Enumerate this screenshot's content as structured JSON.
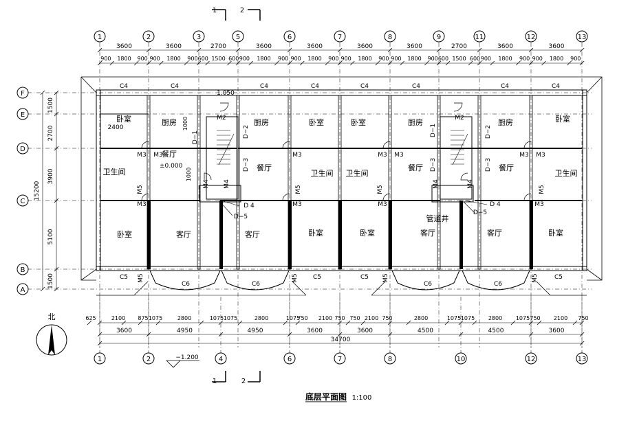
{
  "title": "底层平面图",
  "scale": "1:100",
  "north_label": "北",
  "level_ground": "−1.200",
  "level_floor": "±0.000",
  "stair_level": "1.050",
  "section_1": "1",
  "section_2": "2",
  "grid_top": [
    "1",
    "2",
    "3",
    "5",
    "6",
    "7",
    "8",
    "9",
    "11",
    "12",
    "13"
  ],
  "grid_bottom": [
    "1",
    "2",
    "4",
    "6",
    "7",
    "8",
    "10",
    "12",
    "13"
  ],
  "grid_rows": [
    "F",
    "E",
    "D",
    "C",
    "B",
    "A"
  ],
  "dim_top_main": [
    "3600",
    "3600",
    "2700",
    "3600",
    "3600",
    "3600",
    "3600",
    "2700",
    "3600",
    "3600"
  ],
  "dim_top_detail": [
    "900",
    "1800",
    "900",
    "900",
    "1800",
    "900",
    "600",
    "1500",
    "600",
    "900",
    "1800",
    "900",
    "900",
    "1800",
    "900",
    "900",
    "1800",
    "900",
    "900",
    "1800",
    "900",
    "600",
    "1500",
    "600",
    "900",
    "1800",
    "900",
    "900",
    "1800",
    "900"
  ],
  "dim_left": [
    "1500",
    "2700",
    "3900",
    "5100",
    "1500"
  ],
  "dim_left_total": "15200",
  "dim_bot_detail": [
    "625",
    "2100",
    "875",
    "1075",
    "2800",
    "1075",
    "1075",
    "2800",
    "1075",
    "750",
    "2100",
    "750",
    "750",
    "2100",
    "750",
    "2800",
    "1075",
    "1075",
    "2800",
    "1075",
    "750",
    "2100",
    "750"
  ],
  "dim_bot_main": [
    "3600",
    "4950",
    "4950",
    "3600",
    "3600",
    "4500",
    "4500",
    "3600"
  ],
  "dim_total": "34700",
  "rooms": {
    "bedroom": "卧室",
    "kitchen": "厨房",
    "dining": "餐厅",
    "bath": "卫生间",
    "bath_alt": "卫生间",
    "living": "客厅",
    "vent": "管道井"
  },
  "windows": {
    "c4": "C4",
    "c5": "C5",
    "c6": "C6"
  },
  "doors": {
    "m2": "M2",
    "m3": "M3",
    "m4": "M4",
    "m5": "M5"
  },
  "ducts": {
    "d1": "D−1",
    "d2": "D−2",
    "d3": "D−3",
    "d4": "D 4",
    "d5": "D−5"
  },
  "misc": {
    "d2400": "2400",
    "d1000": "1000",
    "d1000b": "1000"
  }
}
